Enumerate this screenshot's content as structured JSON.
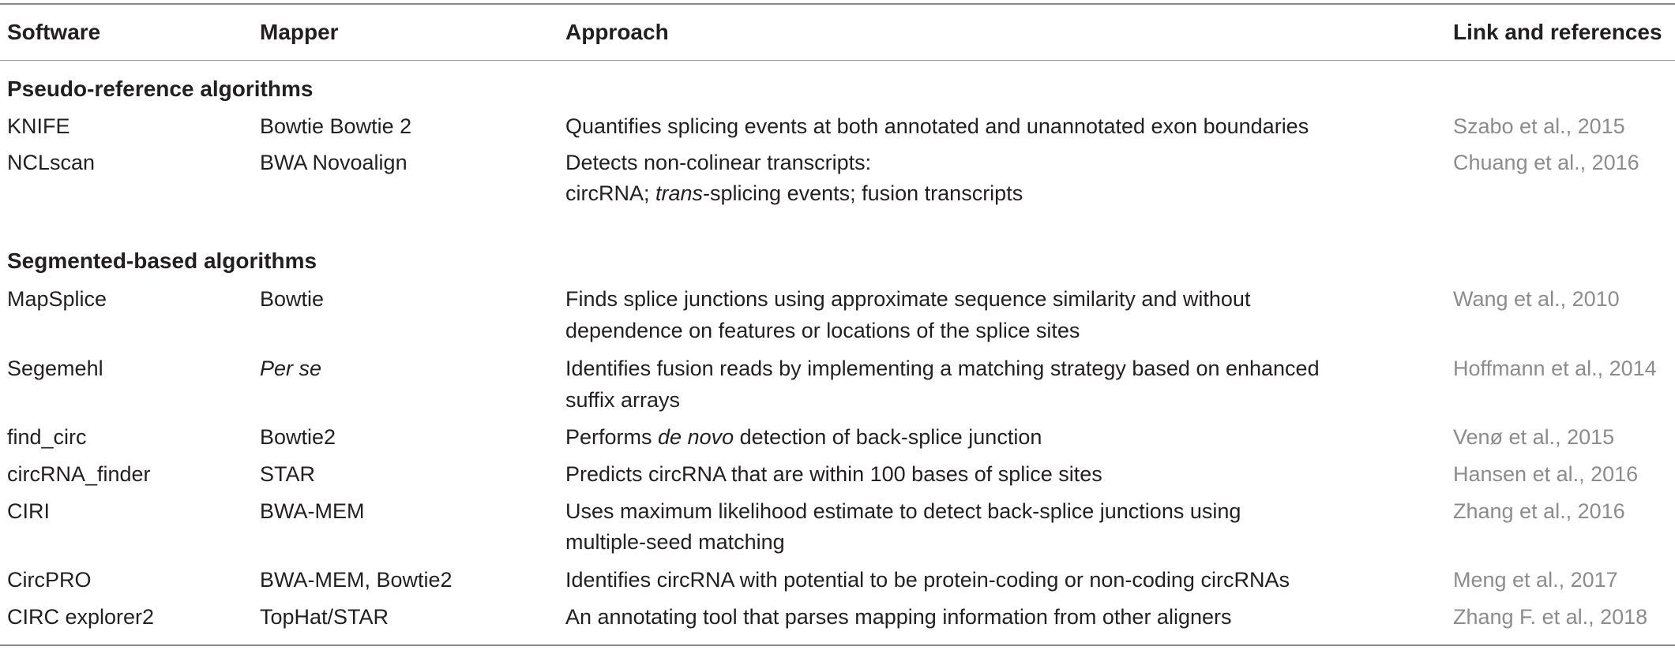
{
  "header": {
    "software": "Software",
    "mapper": "Mapper",
    "approach": "Approach",
    "link": "Link and references"
  },
  "sections": [
    {
      "title": "Pseudo-reference algorithms",
      "rows": [
        {
          "software": "KNIFE",
          "mapper": "Bowtie Bowtie 2",
          "approach": [
            "Quantifies splicing events at both annotated and unannotated exon boundaries"
          ],
          "ref": "Szabo et al., 2015"
        },
        {
          "software": "NCLscan",
          "mapper": "BWA Novoalign",
          "approach": [
            "Detects non-colinear transcripts:",
            "circRNA; trans-splicing events; fusion transcripts"
          ],
          "approach_parts": {
            "pre": "circRNA; ",
            "ital": "trans",
            "post": "-splicing events; fusion transcripts"
          },
          "ref": "Chuang et al., 2016"
        }
      ]
    },
    {
      "title": "Segmented-based algorithms",
      "rows": [
        {
          "software": "MapSplice",
          "mapper": "Bowtie",
          "approach": [
            "Finds splice junctions using approximate sequence similarity and without",
            "dependence on features or locations of the splice sites"
          ],
          "ref": "Wang et al., 2010"
        },
        {
          "software": "Segemehl",
          "mapper": "Per se",
          "approach": [
            "Identifies fusion reads by implementing a matching strategy based on enhanced",
            "suffix arrays"
          ],
          "ref": "Hoffmann et al., 2014"
        },
        {
          "software": "find_circ",
          "mapper": "Bowtie2",
          "approach": [
            "Performs de novo detection of back-splice junction"
          ],
          "approach_parts": {
            "pre": "Performs ",
            "ital": "de novo",
            "post": " detection of back-splice junction"
          },
          "ref": "Venø et al., 2015"
        },
        {
          "software": "circRNA_finder",
          "mapper": "STAR",
          "approach": [
            "Predicts circRNA that are within 100 bases of splice sites"
          ],
          "ref": "Hansen et al., 2016"
        },
        {
          "software": "CIRI",
          "mapper": "BWA-MEM",
          "approach": [
            "Uses maximum likelihood estimate to detect back-splice junctions using",
            "multiple-seed matching"
          ],
          "ref": "Zhang et al., 2016"
        },
        {
          "software": "CircPRO",
          "mapper": "BWA-MEM, Bowtie2",
          "approach": [
            "Identifies circRNA with potential to be protein-coding or non-coding circRNAs"
          ],
          "ref": "Meng et al., 2017"
        },
        {
          "software": "CIRC explorer2",
          "mapper": "TopHat/STAR",
          "approach": [
            "An annotating tool that parses mapping information from other aligners"
          ],
          "ref": "Zhang F. et al., 2018"
        }
      ]
    }
  ]
}
